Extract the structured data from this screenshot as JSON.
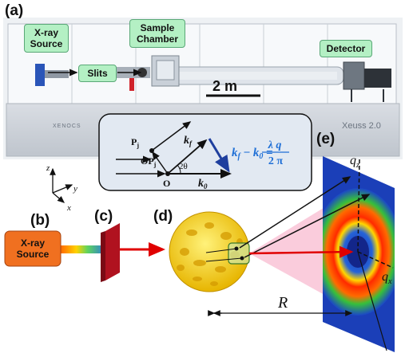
{
  "panels": {
    "a": "(a)",
    "b": "(b)",
    "c": "(c)",
    "d": "(d)",
    "e": "(e)"
  },
  "photo_labels": {
    "xray_source": "X-ray\nSource",
    "slits": "Slits",
    "sample_chamber": "Sample\nChamber",
    "detector": "Detector",
    "scale": "2 m",
    "brand_left": "XENOCS",
    "brand_right": "Xeuss 2.0"
  },
  "inset": {
    "pj": "P",
    "pj_sub": "j",
    "opj": "OP",
    "opj_sub": "j",
    "o": "O",
    "kf": "k",
    "kf_sub": "f",
    "k0": "k",
    "k0_sub": "0",
    "angle": "2θ",
    "eq_left": "k",
    "eq_minus": " − ",
    "eq_eq": " = ",
    "eq_num": "λ q",
    "eq_den": "2 π"
  },
  "axes": {
    "z": "z",
    "y": "y",
    "x": "x"
  },
  "schematic": {
    "source_label": "X-ray\nSource",
    "r_label": "R",
    "qz": "q",
    "qz_sub": "z",
    "qx": "q",
    "qx_sub": "x"
  },
  "colors": {
    "inset_eq": "#1f6fd6",
    "source_box": "#f07020",
    "beam_red": "#e00000",
    "slit": "#c8102e",
    "tag_fill": "#b4f0c4"
  }
}
